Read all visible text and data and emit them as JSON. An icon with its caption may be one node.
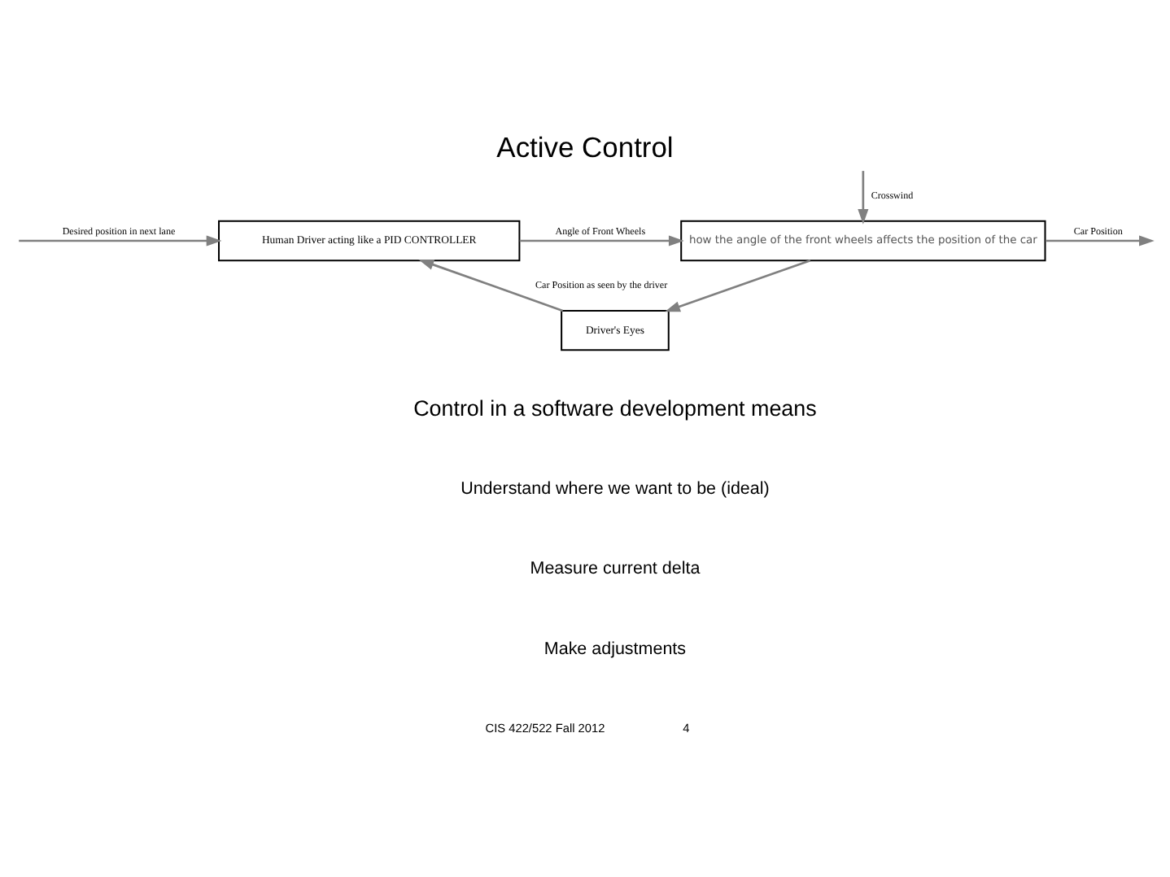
{
  "diagram": {
    "title": "Active Control",
    "nodes": [
      {
        "text": [
          "Human Driver acting like a PID CONTROLLER"
        ]
      },
      {
        "text": [
          "how the angle of the front wheels affects the position of the car"
        ]
      },
      {
        "text": [
          "Driver's Eyes"
        ]
      }
    ],
    "edges": [
      {
        "from": null,
        "to": 0,
        "arrow": "to",
        "label": "Desired position in next lane"
      },
      {
        "from": 0,
        "to": 1,
        "arrow": "to",
        "label": "Angle of Front Wheels"
      },
      {
        "from": 1,
        "to": null,
        "arrow": "to",
        "label": "Car Position"
      },
      {
        "from": null,
        "to": 1,
        "arrow": "to",
        "label": "Crosswind"
      },
      {
        "from": 1,
        "to": 2,
        "arrow": "to"
      },
      {
        "from": 2,
        "to": 0,
        "arrow": "to",
        "label": "Car Position as seen by the driver"
      }
    ],
    "labels": [
      "Control in a software development means",
      "Understand where we want to be (ideal)",
      "Measure current delta",
      "Make adjustments",
      "CIS 422/522 Fall 2012",
      "4"
    ]
  }
}
